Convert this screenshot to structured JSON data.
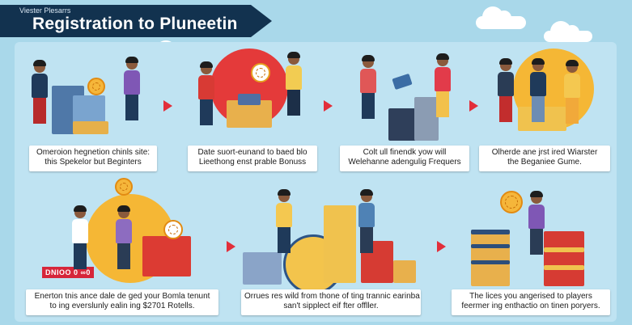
{
  "header": {
    "subtitle": "Viester Plesarrs",
    "title": "Registration to Pluneetin"
  },
  "steps": [
    {
      "line1": "Omeroion hegnetion chinls site:",
      "line2": "this Spekelor but Beginters"
    },
    {
      "line1": "Date suort-eunand to baed blo",
      "line2": "Lieethong enst prable Bonuss"
    },
    {
      "line1": "Colt ull finendk yow will",
      "line2": "Welehanne adengulig Frequers"
    },
    {
      "line1": "Olherde ane jrst ired Wiarster",
      "line2": "the Beganiee Gume."
    },
    {
      "line1": "Enerton tnis ance dale de ged your Bomla tenunt",
      "line2": "to ing everslunly ealin ing $2701 Rotells."
    },
    {
      "line1": "Orrues res wild from thone of ting trannic earinba",
      "line2": "san't sipplect eif fter offller."
    },
    {
      "line1": "The lices you angerised to players",
      "line2": "feermer ing enthactio on tinen poryers."
    }
  ],
  "sign_text": "DNIOO 0 ∞0",
  "colors": {
    "navy": "#12324f",
    "red": "#e22e3a",
    "gold": "#f5b63a",
    "sky": "#a9d8ea"
  }
}
